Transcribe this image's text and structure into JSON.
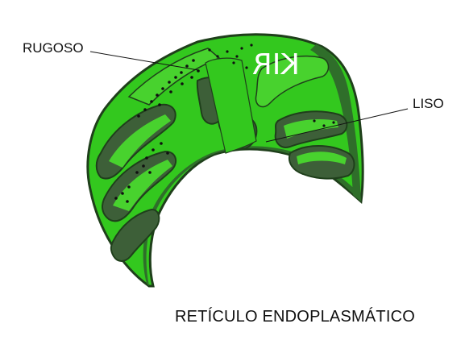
{
  "labels": {
    "rough": "RUGOSO",
    "smooth": "LISO"
  },
  "caption": "RETÍCULO ENDOPLASMÁTICO",
  "logo_text": "KIR",
  "colors": {
    "membrane_bright": "#33c81e",
    "membrane_light": "#48d22e",
    "membrane_dark": "#2f6e2a",
    "lumen_gray": "#3d5f38",
    "outline": "#1f3f1b",
    "ribosome": "#101010",
    "label_line": "#111111"
  }
}
